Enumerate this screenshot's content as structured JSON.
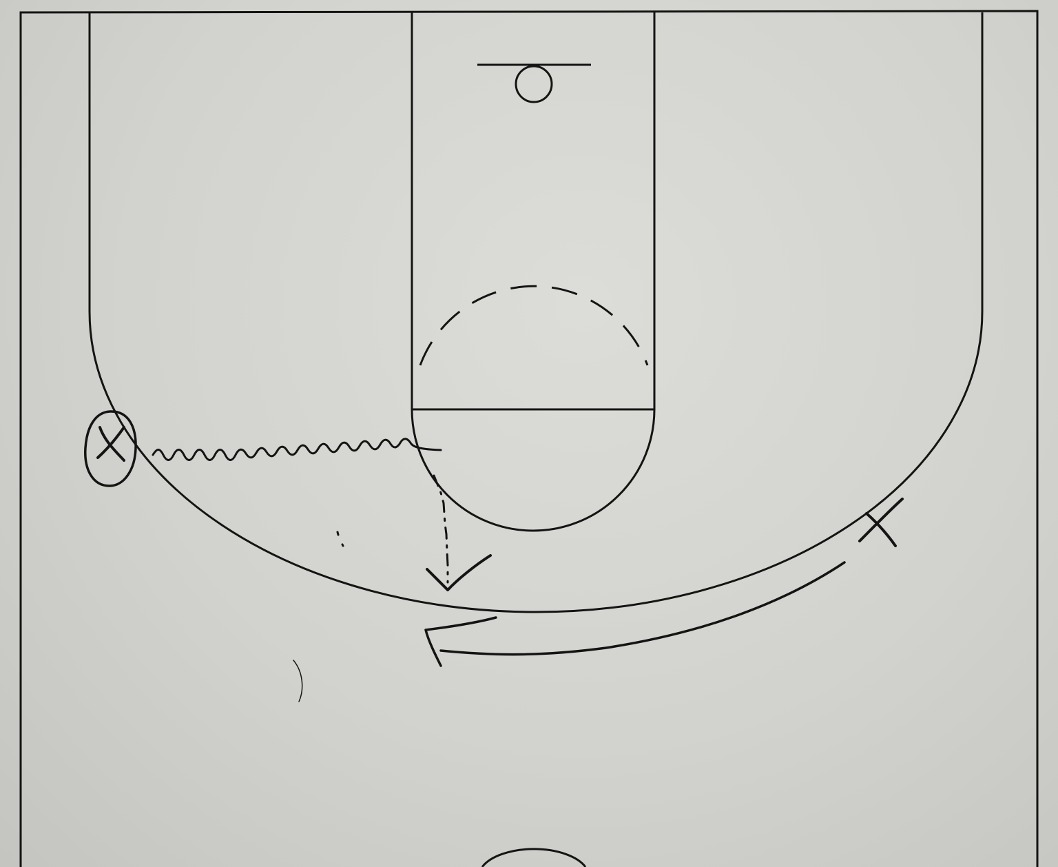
{
  "diagram": {
    "ink_color": "#141414",
    "paper_color": "#d4d4d0",
    "players": [
      {
        "role": "ball-handler",
        "symbol": "X",
        "circled": true
      },
      {
        "role": "defender",
        "symbol": "X",
        "circled": false
      }
    ],
    "actions": [
      {
        "type": "dribble",
        "from": "ball-handler",
        "to": "elbow"
      },
      {
        "type": "pass",
        "from": "elbow",
        "to": "top-of-key"
      },
      {
        "type": "cut",
        "from": "defender",
        "to": "top-of-key"
      }
    ]
  }
}
